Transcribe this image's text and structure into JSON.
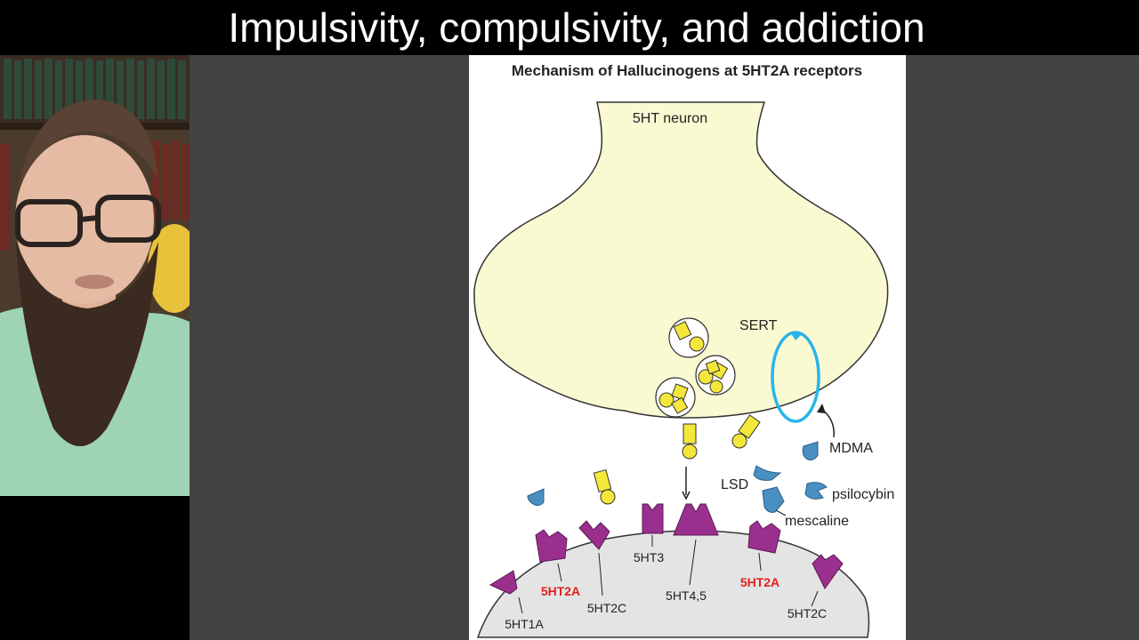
{
  "video": {
    "title": "Impulsivity, compulsivity, and addiction"
  },
  "slide": {
    "title": "Mechanism of Hallucinogens at 5HT2A receptors",
    "neuron_label": "5HT neuron",
    "labels": {
      "sert": "SERT",
      "mdma": "MDMA",
      "lsd": "LSD",
      "psilocybin": "psilocybin",
      "mescaline": "mescaline"
    },
    "receptors": {
      "r_5ht3": "5HT3",
      "r_5ht2a_left": "5HT2A",
      "r_5ht2c_mid": "5HT2C",
      "r_5ht45": "5HT4,5",
      "r_5ht2a_right": "5HT2A",
      "r_5ht2c_right": "5HT2C",
      "r_5ht1a": "5HT1A"
    }
  },
  "colors": {
    "neuron_fill": "#fafad2",
    "serotonin_yellow": "#f4e73a",
    "receptor_purple": "#9b2f8e",
    "drug_blue": "#4a8fc1",
    "sert_cyan": "#29b5e8",
    "highlight_red": "#e02020",
    "postsynaptic_grey": "#e4e4e4",
    "stage_grey": "#434343"
  },
  "icons": {
    "webcam": "presenter-webcam"
  }
}
